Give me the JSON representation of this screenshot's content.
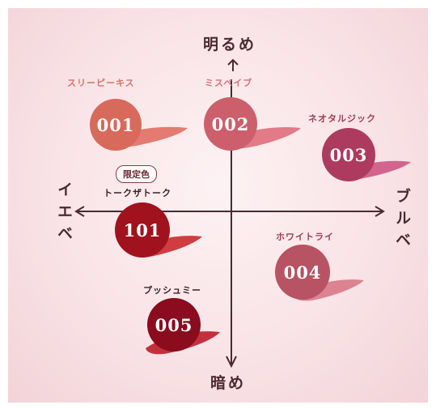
{
  "axes": {
    "top": "明るめ",
    "bottom": "暗め",
    "left": "イエベ",
    "right": "ブルベ"
  },
  "limited_badge": "限定色",
  "products": [
    {
      "code": "001",
      "name": "スリーピーキス",
      "color": "#d86a5c",
      "smear": "#e47a70",
      "name_color": "#d8736a"
    },
    {
      "code": "002",
      "name": "ミスベイブ",
      "color": "#cc5f6b",
      "smear": "#e27a87",
      "name_color": "#d8737a"
    },
    {
      "code": "003",
      "name": "ネオタルジック",
      "color": "#ad3b60",
      "smear": "#d2648e",
      "name_color": "#9a4055"
    },
    {
      "code": "101",
      "name": "トークザトーク",
      "color": "#a0121e",
      "smear": "#cf3d40",
      "name_color": "#3a1f24"
    },
    {
      "code": "004",
      "name": "ホワイトライ",
      "color": "#b75363",
      "smear": "#dc8290",
      "name_color": "#9a4055"
    },
    {
      "code": "005",
      "name": "プッシュミー",
      "color": "#8a0c1e",
      "smear": "#c4303a",
      "name_color": "#3a1f24"
    }
  ]
}
